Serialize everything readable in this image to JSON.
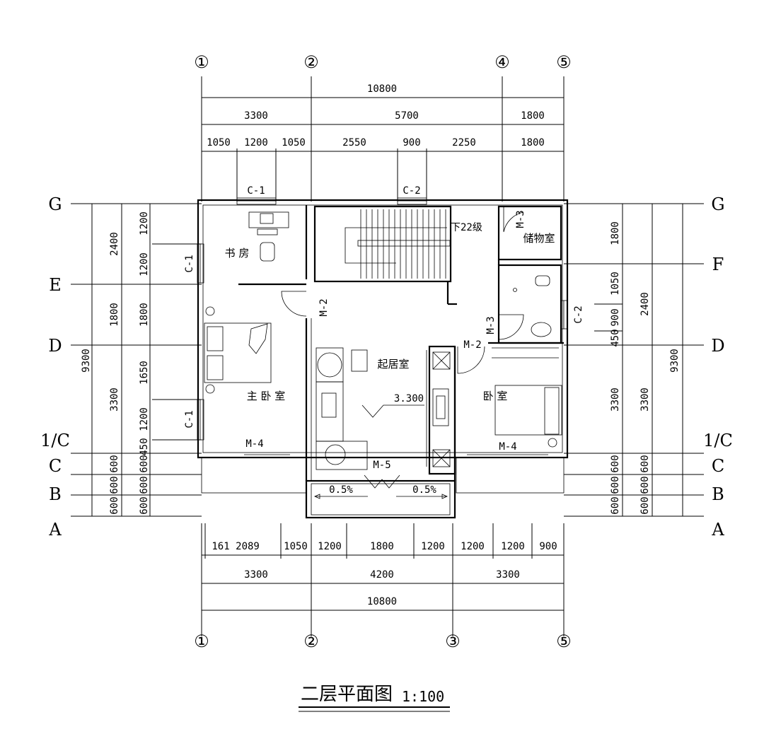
{
  "title": "二层平面图",
  "scale": "1:100",
  "axes_top": [
    "①",
    "②",
    "④",
    "⑤"
  ],
  "axes_bottom": [
    "①",
    "②",
    "③",
    "⑤"
  ],
  "axes_rows_left": [
    "G",
    "E",
    "D",
    "1/C",
    "C",
    "B",
    "A"
  ],
  "axes_rows_right": [
    "G",
    "F",
    "D",
    "1/C",
    "C",
    "B",
    "A"
  ],
  "dims_top": {
    "overall": "10800",
    "bays": [
      "3300",
      "5700",
      "1800"
    ],
    "openings": [
      "1050",
      "1200",
      "1050",
      "2550",
      "900",
      "2250",
      "1800"
    ]
  },
  "dims_bottom": {
    "openings": [
      "161",
      "2089",
      "1050",
      "1200",
      "1800",
      "1200",
      "1200",
      "1200",
      "900"
    ],
    "bays": [
      "3300",
      "4200",
      "3300"
    ],
    "overall": "10800"
  },
  "dims_left": {
    "overall": "9300",
    "bays": [
      "2400",
      "1800",
      "3300",
      "600",
      "600",
      "600"
    ],
    "openings": [
      "1200",
      "1200",
      "1800",
      "1650",
      "1200",
      "450",
      "600",
      "600",
      "600"
    ]
  },
  "dims_right": {
    "overall": "9300",
    "bays": [
      "2400",
      "3300",
      "600",
      "600",
      "600"
    ],
    "openings": [
      "1800",
      "1050",
      "900",
      "450",
      "3300",
      "600",
      "600",
      "600"
    ]
  },
  "rooms": {
    "study": "书 房",
    "master": "主 卧 室",
    "living": "起居室",
    "bedroom": "卧  室",
    "storage": "储物室"
  },
  "stair_note": "下22级",
  "elevation": "3.300",
  "slopes": [
    "0.5%",
    "0.5%"
  ],
  "labels": {
    "c1_top": "C-1",
    "c2_top": "C-2",
    "c1_left_a": "C-1",
    "c1_left_b": "C-1",
    "c2_right": "C-2",
    "m2_a": "M-2",
    "m2_b": "M-2",
    "m3_a": "M-3",
    "m3_b": "M-3",
    "m4_a": "M-4",
    "m4_b": "M-4",
    "m5": "M-5"
  }
}
